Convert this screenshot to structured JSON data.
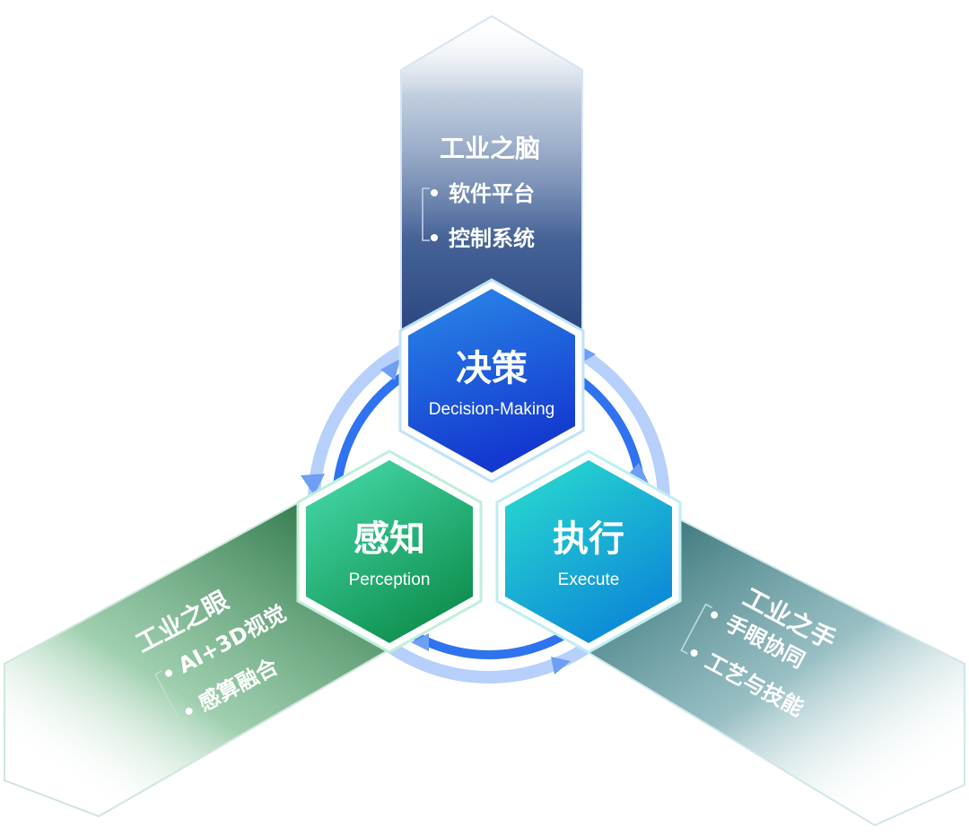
{
  "brain": {
    "title": "工业之脑",
    "items": [
      "软件平台",
      "控制系统"
    ]
  },
  "eye": {
    "title": "工业之眼",
    "items": [
      "AI+3D视觉",
      "感算融合"
    ]
  },
  "hand": {
    "title": "工业之手",
    "items": [
      "手眼协同",
      "工艺与技能"
    ]
  },
  "decision": {
    "title": "决策",
    "subtitle": "Decision-Making"
  },
  "perception": {
    "title": "感知",
    "subtitle": "Perception"
  },
  "execute": {
    "title": "执行",
    "subtitle": "Execute"
  },
  "colors": {
    "brain_arm": "#2f4a84",
    "eye_arm": "#2f7a4c",
    "hand_arm": "#2d6f72",
    "decision_hex": "#1a58e0",
    "perception_hex": "#1ea466",
    "execute_hex": "#1aaed0",
    "cycle_ring": "#2f73f0"
  }
}
